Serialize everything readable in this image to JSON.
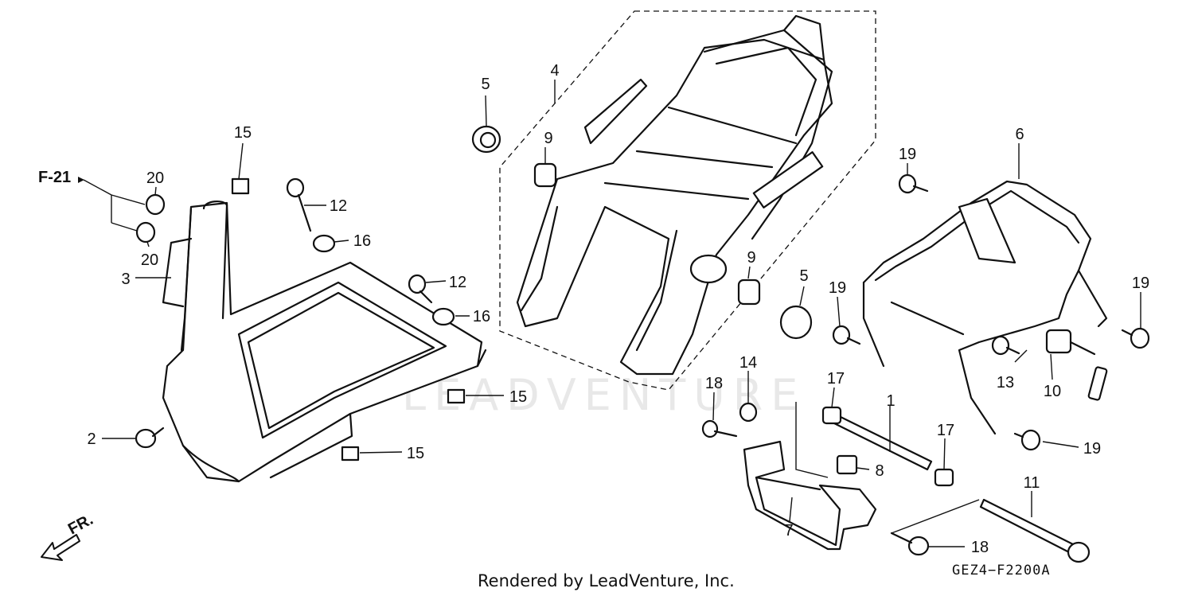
{
  "diagram": {
    "callouts": [
      "1",
      "2",
      "3",
      "4",
      "5",
      "5",
      "6",
      "7",
      "8",
      "9",
      "9",
      "10",
      "11",
      "12",
      "12",
      "13",
      "14",
      "15",
      "15",
      "15",
      "16",
      "16",
      "17",
      "17",
      "18",
      "18",
      "19",
      "19",
      "19",
      "19",
      "20",
      "20"
    ],
    "reference_label": "F-21",
    "direction_label": "FR.",
    "diagram_code": "GEZ4−F2200A",
    "watermark": "LEADVENTURE",
    "credit": "Rendered by LeadVenture, Inc."
  }
}
